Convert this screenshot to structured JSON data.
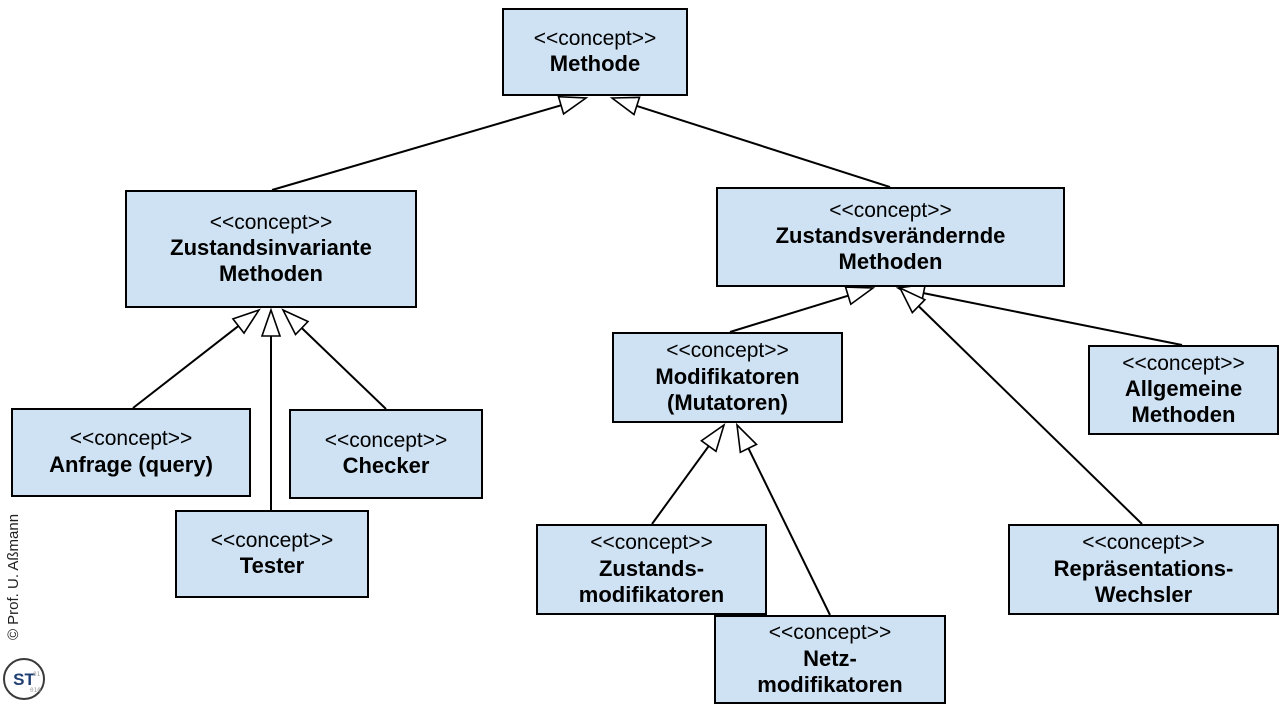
{
  "nodes": {
    "methode": {
      "stereotype": "<<concept>>",
      "name": "Methode"
    },
    "zustandsinvariante": {
      "stereotype": "<<concept>>",
      "name": "Zustandsinvariante\nMethoden"
    },
    "zustandsveraendernde": {
      "stereotype": "<<concept>>",
      "name": "Zustandsverändernde\nMethoden"
    },
    "anfrage": {
      "stereotype": "<<concept>>",
      "name": "Anfrage (query)"
    },
    "tester": {
      "stereotype": "<<concept>>",
      "name": "Tester"
    },
    "checker": {
      "stereotype": "<<concept>>",
      "name": "Checker"
    },
    "modifikatoren": {
      "stereotype": "<<concept>>",
      "name": "Modifikatoren\n(Mutatoren)"
    },
    "allgemeine": {
      "stereotype": "<<concept>>",
      "name": "Allgemeine\nMethoden"
    },
    "zustandsmodifikatoren": {
      "stereotype": "<<concept>>",
      "name": "Zustands-\nmodifikatoren"
    },
    "netzmodifikatoren": {
      "stereotype": "<<concept>>",
      "name": "Netz-\nmodifikatoren"
    },
    "repraesentationswechsler": {
      "stereotype": "<<concept>>",
      "name": "Repräsentations-\nWechsler"
    }
  },
  "edges": [
    {
      "from": "zustandsinvariante",
      "to": "methode",
      "type": "generalization"
    },
    {
      "from": "zustandsveraendernde",
      "to": "methode",
      "type": "generalization"
    },
    {
      "from": "anfrage",
      "to": "zustandsinvariante",
      "type": "generalization"
    },
    {
      "from": "tester",
      "to": "zustandsinvariante",
      "type": "generalization"
    },
    {
      "from": "checker",
      "to": "zustandsinvariante",
      "type": "generalization"
    },
    {
      "from": "modifikatoren",
      "to": "zustandsveraendernde",
      "type": "generalization"
    },
    {
      "from": "allgemeine",
      "to": "zustandsveraendernde",
      "type": "generalization"
    },
    {
      "from": "repraesentationswechsler",
      "to": "zustandsveraendernde",
      "type": "generalization"
    },
    {
      "from": "zustandsmodifikatoren",
      "to": "modifikatoren",
      "type": "generalization"
    },
    {
      "from": "netzmodifikatoren",
      "to": "modifikatoren",
      "type": "generalization"
    }
  ],
  "colors": {
    "node_fill": "#cfe2f3",
    "border": "#000000"
  },
  "footer": {
    "copyright": "© Prof. U. Aßmann",
    "logo_text": "ST"
  }
}
